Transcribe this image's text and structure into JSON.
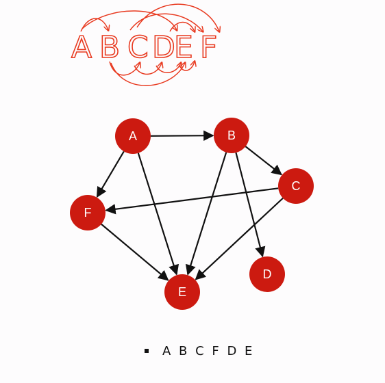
{
  "colors": {
    "background": "#fdfcfd",
    "node_fill": "#cc1a10",
    "edge": "#111111",
    "scribble": "#e8391f"
  },
  "handwritten_sketch": {
    "letters": [
      "A",
      "B",
      "C",
      "D",
      "E",
      "F"
    ]
  },
  "graph": {
    "nodes": [
      {
        "id": "A",
        "label": "A"
      },
      {
        "id": "B",
        "label": "B"
      },
      {
        "id": "C",
        "label": "C"
      },
      {
        "id": "D",
        "label": "D"
      },
      {
        "id": "E",
        "label": "E"
      },
      {
        "id": "F",
        "label": "F"
      }
    ],
    "edges": [
      {
        "from": "A",
        "to": "B"
      },
      {
        "from": "A",
        "to": "F"
      },
      {
        "from": "A",
        "to": "E"
      },
      {
        "from": "B",
        "to": "C"
      },
      {
        "from": "B",
        "to": "E"
      },
      {
        "from": "B",
        "to": "D"
      },
      {
        "from": "C",
        "to": "F"
      },
      {
        "from": "C",
        "to": "E"
      },
      {
        "from": "F",
        "to": "E"
      }
    ]
  },
  "caption": {
    "order": "A B C F D E"
  }
}
